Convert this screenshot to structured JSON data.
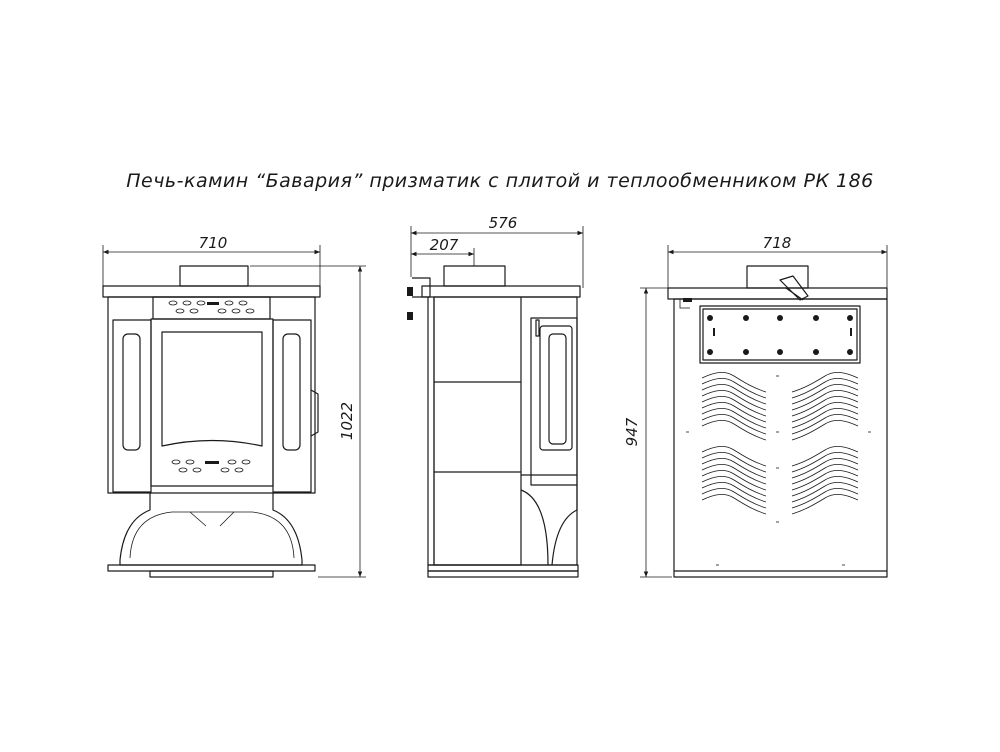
{
  "title": "Печь-камин “Бавария” призматик с плитой и теплообменником РК 186",
  "dimensions": {
    "front_width": "710",
    "front_height": "1022",
    "side_depth": "576",
    "side_offset": "207",
    "rear_width": "718",
    "rear_height": "947"
  }
}
